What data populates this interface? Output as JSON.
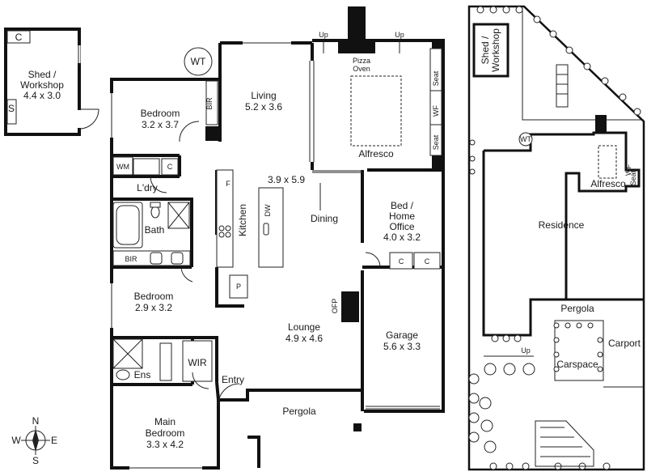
{
  "rooms": {
    "shed": {
      "name": "Shed /",
      "name2": "Workshop",
      "size": "4.4 x 3.0",
      "cupboard": "C",
      "s": "S"
    },
    "wt": "WT",
    "living": {
      "name": "Living",
      "size": "5.2 x 3.6"
    },
    "bedroom1": {
      "name": "Bedroom",
      "size": "3.2 x 3.7",
      "bir": "BIR"
    },
    "alfresco": {
      "name": "Alfresco",
      "pizza": "Pizza",
      "oven": "Oven",
      "up1": "Up",
      "up2": "Up",
      "seat1": "Seat",
      "wf": "WF",
      "seat2": "Seat"
    },
    "wm": "WM",
    "c_laundry": "C",
    "laundry": "L'dry",
    "kitchen": {
      "name": "Kitchen",
      "size": "3.9 x 5.9",
      "f": "F",
      "dw": "DW",
      "p": "P"
    },
    "dining": "Dining",
    "bath": "Bath",
    "bir2": "BIR",
    "office": {
      "name1": "Bed /",
      "name2": "Home",
      "name3": "Office",
      "size": "4.0 x 3.2",
      "c1": "C",
      "c2": "C"
    },
    "bedroom2": {
      "name": "Bedroom",
      "size": "2.9 x 3.2"
    },
    "lounge": {
      "name": "Lounge",
      "size": "4.9 x 4.6",
      "ofp": "OFP"
    },
    "garage": {
      "name": "Garage",
      "size": "5.6 x 3.3"
    },
    "ens": "Ens",
    "wir": "WIR",
    "entry": "Entry",
    "pergola": "Pergola",
    "main_bedroom": {
      "name1": "Main",
      "name2": "Bedroom",
      "size": "3.3 x 4.2"
    }
  },
  "compass": {
    "n": "N",
    "s": "S",
    "e": "E",
    "w": "W"
  },
  "site": {
    "shed1": "Shed /",
    "shed2": "Workshop",
    "wt": "WT",
    "alfresco": "Alfresco",
    "residence": "Residence",
    "pergola": "Pergola",
    "up": "Up",
    "carport": "Carport",
    "carspace": "Carspace",
    "seat": "Seat",
    "wf": "WF"
  }
}
